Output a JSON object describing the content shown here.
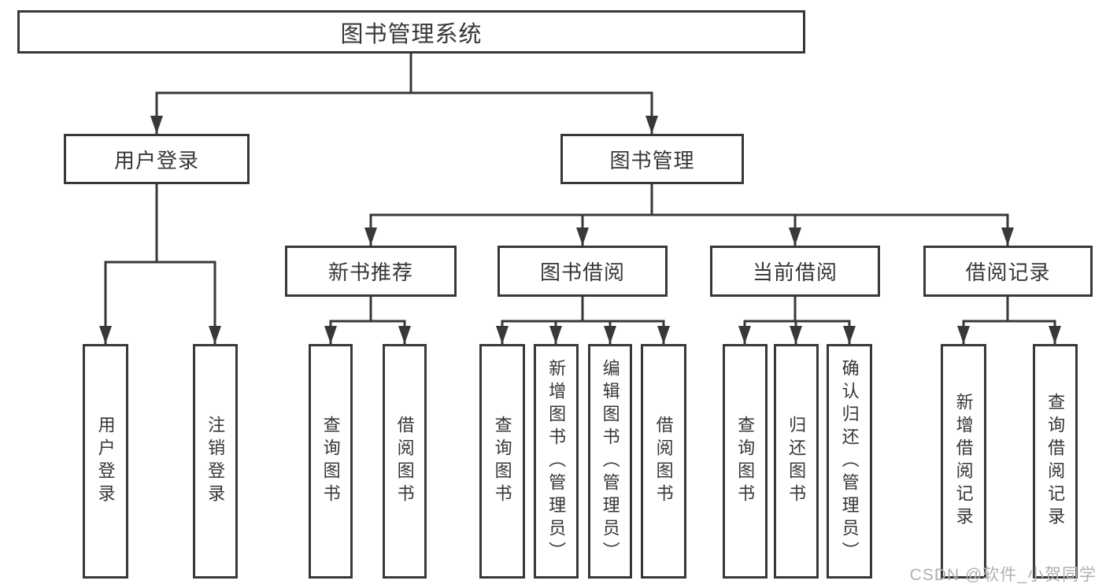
{
  "diagram": {
    "root": {
      "label": "图书管理系统"
    },
    "branches": [
      {
        "label": "用户登录",
        "children": [
          {
            "label": "用户登录"
          },
          {
            "label": "注销登录"
          }
        ]
      },
      {
        "label": "图书管理",
        "sections": [
          {
            "label": "新书推荐",
            "children": [
              {
                "label": "查询图书"
              },
              {
                "label": "借阅图书"
              }
            ]
          },
          {
            "label": "图书借阅",
            "children": [
              {
                "label": "查询图书"
              },
              {
                "label": "新增图书（管理员）"
              },
              {
                "label": "编辑图书（管理员）"
              },
              {
                "label": "借阅图书"
              }
            ]
          },
          {
            "label": "当前借阅",
            "children": [
              {
                "label": "查询图书"
              },
              {
                "label": "归还图书"
              },
              {
                "label": "确认归还（管理员）"
              }
            ]
          },
          {
            "label": "借阅记录",
            "children": [
              {
                "label": "新增借阅记录"
              },
              {
                "label": "查询借阅记录"
              }
            ]
          }
        ]
      }
    ]
  },
  "watermark": {
    "text": "CSDN @软件_小贺同学"
  },
  "colors": {
    "line": "#383838",
    "box_border": "#383838",
    "box_fill": "#ffffff",
    "text": "#363636",
    "watermark": "#b0b0b0",
    "background": "#ffffff"
  }
}
